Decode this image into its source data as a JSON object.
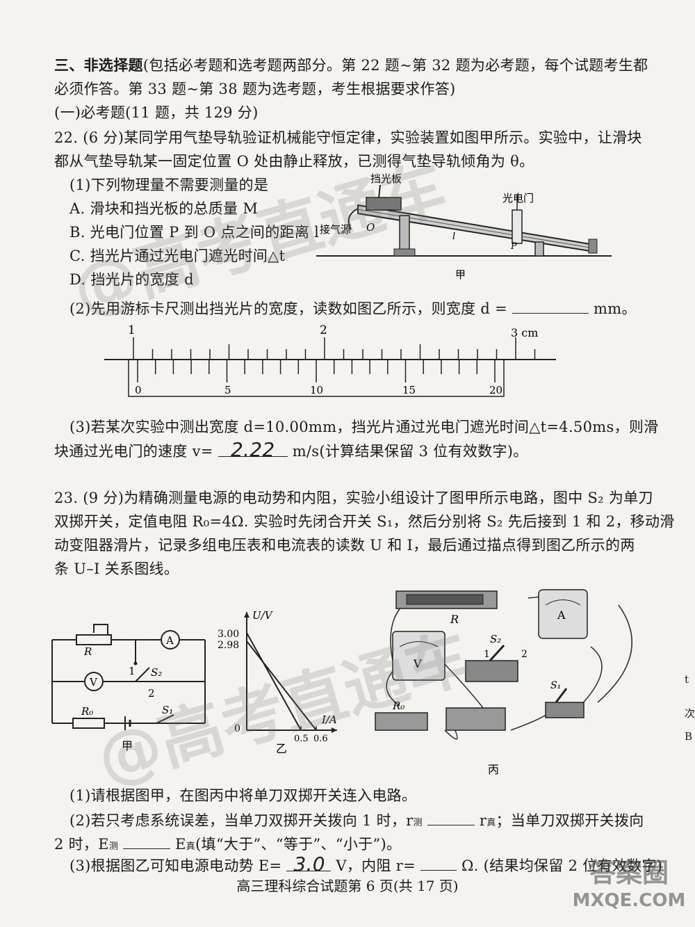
{
  "section": {
    "line1_bold": "三、非选择题",
    "line1_rest": "(包括必考题和选考题两部分。第 22 题~第 32 题为必考题，每个试题考生都",
    "line2": "必须作答。第 33 题~第 38 题为选考题，考生根据要求作答)",
    "line3": "(一)必考题(11 题，共 129 分)"
  },
  "q22": {
    "stem1": "22. (6 分)某同学用气垫导轨验证机械能守恒定律，实验装置如图甲所示。实验中，让滑块",
    "stem2": "都从气垫导轨某一固定位置 O 处由静止释放，已测得气垫导轨倾角为 θ。",
    "p1": "(1)下列物理量不需要测量的是",
    "optA": "A. 滑块和挡光板的总质量 M",
    "optB": "B. 光电门位置 P 到 O 点之间的距离 l",
    "optC": "C. 挡光片通过光电门遮光时间△t",
    "optD": "D. 挡光片的宽度 d",
    "fig_labels": {
      "dangguangban": "挡光板",
      "guangdianmen": "光电门",
      "jieqiyuan": "接气源",
      "o": "O",
      "l": "l",
      "p": "P",
      "caption": "甲"
    },
    "p2_a": "(2)先用游标卡尺测出挡光片的宽度，读数如图乙所示，则宽度 d =",
    "p2_unit": "mm。",
    "caliper": {
      "main_labels": [
        "1",
        "2",
        "3 cm"
      ],
      "vernier_labels": [
        "0",
        "5",
        "10",
        "15",
        "20"
      ]
    },
    "p3_a": "(3)若某次实验中测出宽度 d=10.00mm，挡光片通过光电门遮光时间△t=4.50ms，则滑",
    "p3_b": "块通过光电门的速度 v=",
    "p3_answer": "2.22",
    "p3_c": "m/s(计算结果保留 3 位有效数字)。"
  },
  "q23": {
    "stem1": "23. (9 分)为精确测量电源的电动势和内阻，实验小组设计了图甲所示电路，图中 S₂ 为单刀",
    "stem2": "双掷开关，定值电阻 R₀=4Ω. 实验时先闭合开关 S₁，然后分别将 S₂ 先后接到 1 和 2，移动滑",
    "stem3": "动变阻器滑片，记录多组电压表和电流表的读数 U 和 I，最后通过描点得到图乙所示的两",
    "stem4": "条 U–I 关系图线。",
    "circuit": {
      "r": "R",
      "a": "A",
      "v": "V",
      "one": "1",
      "two": "2",
      "s2": "S₂",
      "r0": "R₀",
      "s1": "S₁",
      "caption": "甲"
    },
    "graph": {
      "ylabel": "U/V",
      "xlabel": "I/A",
      "y1": "3.00",
      "y2": "2.98",
      "x1": "0.5",
      "x2": "0.6",
      "origin": "0",
      "caption": "乙"
    },
    "photo": {
      "r": "R",
      "a": "A",
      "v": "V",
      "s2": "S₂",
      "one": "1",
      "two": "2",
      "s1": "S₁",
      "r0": "R₀",
      "caption": "丙"
    },
    "p1": "(1)请根据图甲，在图丙中将单刀双掷开关连入电路。",
    "p2_a": "(2)若只考虑系统误差，当单刀双掷开关拨向 1 时，r",
    "p2_sub1": "测",
    "p2_sub2": "真",
    "p2_b": "；当单刀双掷开关拨向",
    "p2_c": "2 时，E",
    "p2_d": "(填“大于”、“等于”、“小于”)。",
    "p3_a": "(3)根据图乙可知电源电动势 E=",
    "p3_answer": "3.0",
    "p3_b": "V，内阻 r=",
    "p3_c": "Ω. (结果均保留 2 位有效数字)"
  },
  "margin_chars": [
    "t",
    "次",
    "B"
  ],
  "footer": "高三理科综合试题第 6 页(共 17 页)",
  "watermarks": [
    "@高考直通车",
    "@高考直通车"
  ],
  "corner_logo": {
    "name": "答案圈",
    "url": "MXQE.COM"
  }
}
